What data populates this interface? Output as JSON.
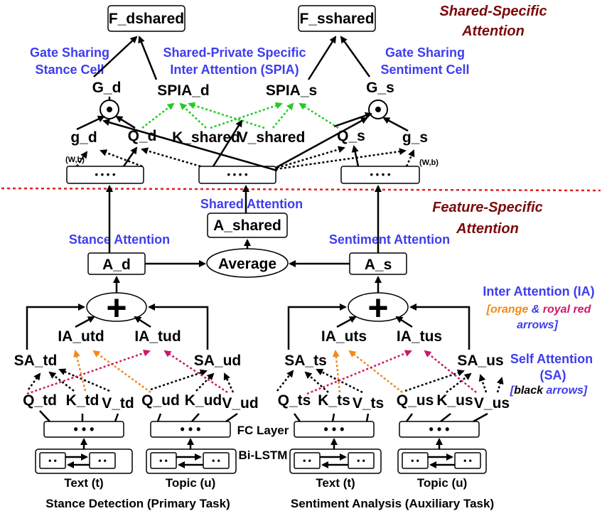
{
  "headers": {
    "shared_specific": [
      "Shared-Specific",
      "Attention"
    ],
    "feature_specific": [
      "Feature-Specific",
      "Attention"
    ]
  },
  "top": {
    "f_dshared": "F_dshared",
    "f_sshared": "F_sshared",
    "gate_stance": [
      "Gate Sharing",
      "Stance Cell"
    ],
    "spia_label": [
      "Shared-Private Specific",
      "Inter Attention (SPIA)"
    ],
    "gate_sentiment": [
      "Gate Sharing",
      "Sentiment Cell"
    ],
    "g_d": "G_d",
    "spia_d": "SPIA_d",
    "spia_s": "SPIA_s",
    "g_s": "G_s",
    "odot": "⊙",
    "small_g_d": "g_d",
    "q_d": "Q_d",
    "k_shared": "K_shared",
    "v_shared": "V_shared",
    "q_s": "Q_s",
    "small_g_s": "g_s",
    "wb_left": "(W,b)",
    "wb_right": "(W,b)"
  },
  "middle": {
    "shared_attention": "Shared   Attention",
    "a_shared": "A_shared",
    "stance_attention": "Stance  Attention",
    "sentiment_attention": "Sentiment  Attention",
    "a_d": "A_d",
    "average": "Average",
    "a_s": "A_s"
  },
  "legend": {
    "ia_title": "Inter  Attention (IA)",
    "ia_open": "[",
    "ia_orange": "orange",
    "ia_amp": " & ",
    "ia_royal": "royal red",
    "ia_arrows": "arrows]",
    "sa_title": "Self  Attention",
    "sa_abbr": "(SA)",
    "sa_open": "[",
    "sa_black": "black",
    "sa_arrows": " arrows]"
  },
  "bottom": {
    "plus": "+",
    "ia_utd": "IA_utd",
    "ia_tud": "IA_tud",
    "ia_uts": "IA_uts",
    "ia_tus": "IA_tus",
    "sa_td": "SA_td",
    "sa_ud": "SA_ud",
    "sa_ts": "SA_ts",
    "sa_us": "SA_us",
    "qkv_left": [
      "Q_td",
      "K_td",
      "V_td",
      "Q_ud",
      "K_ud",
      "V_ud"
    ],
    "qkv_right": [
      "Q_ts",
      "K_ts",
      "V_ts",
      "Q_us",
      "K_us",
      "V_us"
    ],
    "fc_layer": "FC Layer",
    "bilstm": "Bi-LSTM",
    "dots": "• • •",
    "pair_dots": "• •",
    "inputs": [
      "Text (t)",
      "Topic (u)",
      "Text (t)",
      "Topic (u)"
    ],
    "task_primary": "Stance Detection (Primary Task)",
    "task_auxiliary": "Sentiment Analysis (Auxiliary Task)"
  }
}
